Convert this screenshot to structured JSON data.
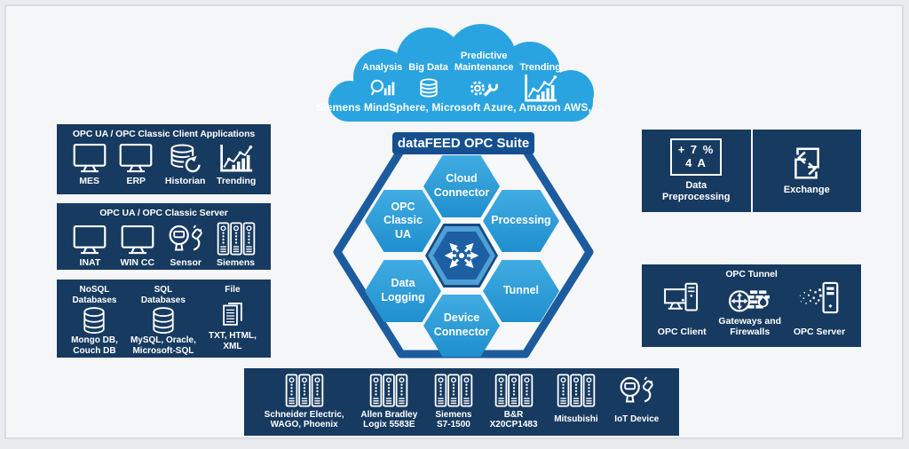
{
  "suite": {
    "title": "dataFEED OPC Suite",
    "modules": [
      "Cloud\nConnector",
      "OPC\nClassic\nUA",
      "Processing",
      "Data\nLogging",
      "Tunnel",
      "Device\nConnector"
    ],
    "router_icon": "six-way-arrows-icon"
  },
  "cloud": {
    "services": [
      {
        "label": "Analysis",
        "icon": "analysis-icon"
      },
      {
        "label": "Big Data",
        "icon": "big-data-icon"
      },
      {
        "label": "Predictive\nMaintenance",
        "icon": "predictive-maintenance-icon"
      },
      {
        "label": "Trending",
        "icon": "trending-icon"
      }
    ],
    "providers": "Siemens MindSphere, Microsoft Azure, Amazon AWS, ..."
  },
  "client_apps_box": {
    "title": "OPC UA / OPC Classic Client Applications",
    "items": [
      {
        "label": "MES",
        "icon": "monitor-icon"
      },
      {
        "label": "ERP",
        "icon": "monitor-icon"
      },
      {
        "label": "Historian",
        "icon": "historian-icon"
      },
      {
        "label": "Trending",
        "icon": "trending-chart-icon"
      }
    ]
  },
  "server_box": {
    "title": "OPC UA / OPC Classic Server",
    "items": [
      {
        "label": "INAT",
        "icon": "monitor-icon"
      },
      {
        "label": "WIN CC",
        "icon": "monitor-icon"
      },
      {
        "label": "Sensor",
        "icon": "sensor-icon"
      },
      {
        "label": "Siemens",
        "icon": "plc-icon"
      }
    ]
  },
  "storage_box": {
    "columns": [
      {
        "header": "NoSQL\nDatabases",
        "icon": "database-icon",
        "label": "Mongo DB,\nCouch DB"
      },
      {
        "header": "SQL\nDatabases",
        "icon": "database-icon",
        "label": "MySQL, Oracle,\nMicrosoft-SQL"
      },
      {
        "header": "File",
        "icon": "file-icon",
        "label": "TXT, HTML,\nXML"
      }
    ]
  },
  "processing_box": {
    "cells": [
      {
        "label": "Data\nPreprocessing",
        "icon": "data-preprocessing-icon",
        "icon_line1": "+ 7 %",
        "icon_line2": "4 A"
      },
      {
        "label": "Exchange",
        "icon": "exchange-icon"
      }
    ]
  },
  "tunnel_box": {
    "title": "OPC Tunnel",
    "items": [
      {
        "label": "OPC Client",
        "icon": "opc-client-icon"
      },
      {
        "label": "Gateways and\nFirewalls",
        "icon": "gateways-firewalls-icon"
      },
      {
        "label": "OPC Server",
        "icon": "opc-server-icon"
      }
    ]
  },
  "devices_box": {
    "items": [
      {
        "label": "Schneider Electric,\nWAGO, Phoenix",
        "icon": "plc-icon"
      },
      {
        "label": "Allen Bradley\nLogix 5583E",
        "icon": "plc-icon"
      },
      {
        "label": "Siemens\nS7-1500",
        "icon": "plc-icon"
      },
      {
        "label": "B&R\nX20CP1483",
        "icon": "plc-icon"
      },
      {
        "label": "Mitsubishi",
        "icon": "plc-icon"
      },
      {
        "label": "IoT Device",
        "icon": "iot-device-icon"
      }
    ]
  },
  "colors": {
    "navy_box": "#173a60",
    "cloud_blue": "#2aa4e0",
    "hexagon_gradient_top": "#41ace2",
    "hexagon_gradient_bottom": "#1f8fce",
    "suite_outline": "#1c5c9e",
    "title_bar": "#164f90",
    "center_hexagon": "#1d5fa3",
    "text": "#ffffff"
  }
}
